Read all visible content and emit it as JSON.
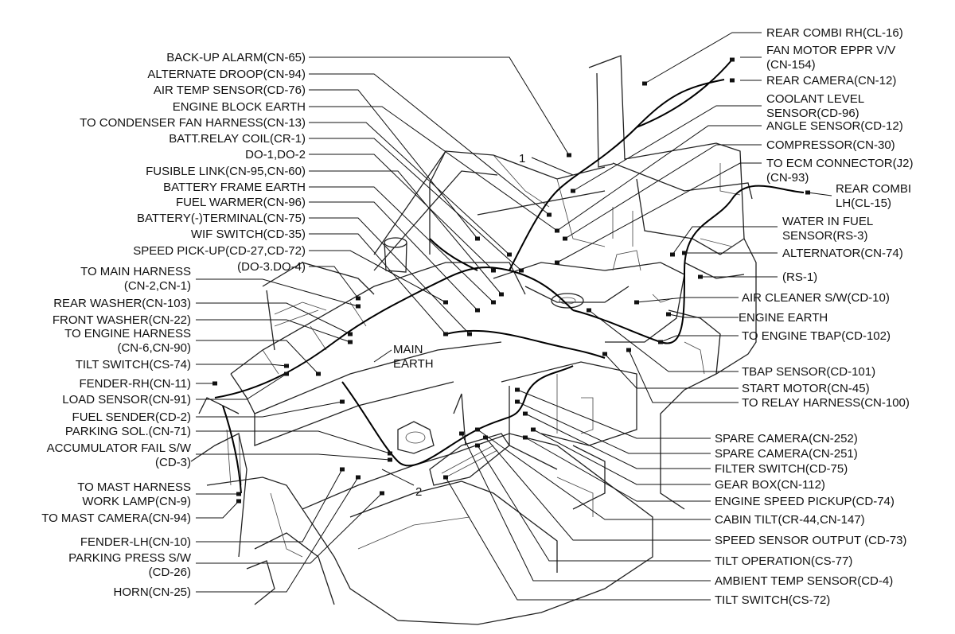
{
  "left_labels": [
    {
      "name": "label-back-up-alarm",
      "lines": [
        "BACK-UP ALARM(CN-65)"
      ]
    },
    {
      "name": "label-alternate-droop",
      "lines": [
        "ALTERNATE DROOP(CN-94)"
      ]
    },
    {
      "name": "label-air-temp-sensor",
      "lines": [
        "AIR TEMP SENSOR(CD-76)"
      ]
    },
    {
      "name": "label-engine-block-earth",
      "lines": [
        "ENGINE BLOCK EARTH"
      ]
    },
    {
      "name": "label-to-condenser-fan-harness",
      "lines": [
        "TO CONDENSER FAN HARNESS(CN-13)"
      ]
    },
    {
      "name": "label-batt-relay-coil",
      "lines": [
        "BATT.RELAY COIL(CR-1)"
      ]
    },
    {
      "name": "label-do-1-do-2",
      "lines": [
        "DO-1,DO-2"
      ]
    },
    {
      "name": "label-fusible-link",
      "lines": [
        "FUSIBLE LINK(CN-95,CN-60)"
      ]
    },
    {
      "name": "label-battery-frame-earth",
      "lines": [
        "BATTERY FRAME EARTH"
      ]
    },
    {
      "name": "label-fuel-warmer",
      "lines": [
        "FUEL WARMER(CN-96)"
      ]
    },
    {
      "name": "label-battery-terminal",
      "lines": [
        "BATTERY(-)TERMINAL(CN-75)"
      ]
    },
    {
      "name": "label-wif-switch",
      "lines": [
        "WIF SWITCH(CD-35)"
      ]
    },
    {
      "name": "label-speed-pick-up",
      "lines": [
        "SPEED PICK-UP(CD-27,CD-72)"
      ]
    },
    {
      "name": "label-do-3-do-4",
      "lines": [
        "(DO-3.DO-4)"
      ]
    },
    {
      "name": "label-to-main-harness",
      "lines": [
        "TO MAIN HARNESS",
        "(CN-2,CN-1)"
      ]
    },
    {
      "name": "label-rear-washer",
      "lines": [
        "REAR WASHER(CN-103)"
      ]
    },
    {
      "name": "label-front-washer",
      "lines": [
        "FRONT WASHER(CN-22)"
      ]
    },
    {
      "name": "label-to-engine-harness",
      "lines": [
        "TO ENGINE HARNESS",
        "(CN-6,CN-90)"
      ]
    },
    {
      "name": "label-tilt-switch-cs74",
      "lines": [
        "TILT SWITCH(CS-74)"
      ]
    },
    {
      "name": "label-fender-rh",
      "lines": [
        "FENDER-RH(CN-11)"
      ]
    },
    {
      "name": "label-load-sensor",
      "lines": [
        "LOAD SENSOR(CN-91)"
      ]
    },
    {
      "name": "label-fuel-sender",
      "lines": [
        "FUEL SENDER(CD-2)"
      ]
    },
    {
      "name": "label-parking-sol",
      "lines": [
        "PARKING SOL.(CN-71)"
      ]
    },
    {
      "name": "label-accumulator-fail",
      "lines": [
        "ACCUMULATOR FAIL S/W",
        "(CD-3)"
      ]
    },
    {
      "name": "label-mast-harness-work-lamp",
      "lines": [
        "TO MAST HARNESS",
        "WORK LAMP(CN-9)"
      ]
    },
    {
      "name": "label-to-mast-camera",
      "lines": [
        "TO MAST CAMERA(CN-94)"
      ]
    },
    {
      "name": "label-fender-lh",
      "lines": [
        "FENDER-LH(CN-10)"
      ]
    },
    {
      "name": "label-parking-press",
      "lines": [
        "PARKING PRESS S/W",
        "(CD-26)"
      ]
    },
    {
      "name": "label-horn",
      "lines": [
        "HORN(CN-25)"
      ]
    }
  ],
  "right_labels": [
    {
      "name": "label-rear-combi-rh",
      "lines": [
        "REAR COMBI RH(CL-16)"
      ]
    },
    {
      "name": "label-fan-motor-eppr",
      "lines": [
        "FAN MOTOR EPPR V/V",
        "(CN-154)"
      ]
    },
    {
      "name": "label-rear-camera",
      "lines": [
        "REAR CAMERA(CN-12)"
      ]
    },
    {
      "name": "label-coolant-level",
      "lines": [
        "COOLANT LEVEL",
        "SENSOR(CD-96)"
      ]
    },
    {
      "name": "label-angle-sensor",
      "lines": [
        "ANGLE SENSOR(CD-12)"
      ]
    },
    {
      "name": "label-compressor",
      "lines": [
        "COMPRESSOR(CN-30)"
      ]
    },
    {
      "name": "label-to-ecm-connector",
      "lines": [
        "TO ECM CONNECTOR(J2)",
        "(CN-93)"
      ]
    },
    {
      "name": "label-rear-combi-lh",
      "lines": [
        "REAR COMBI",
        "LH(CL-15)"
      ]
    },
    {
      "name": "label-water-in-fuel",
      "lines": [
        "WATER IN FUEL",
        "SENSOR(RS-3)"
      ]
    },
    {
      "name": "label-alternator",
      "lines": [
        "ALTERNATOR(CN-74)"
      ]
    },
    {
      "name": "label-rs-1",
      "lines": [
        "(RS-1)"
      ]
    },
    {
      "name": "label-air-cleaner",
      "lines": [
        "AIR CLEANER S/W(CD-10)"
      ]
    },
    {
      "name": "label-engine-earth",
      "lines": [
        "ENGINE EARTH"
      ]
    },
    {
      "name": "label-to-engine-tbap",
      "lines": [
        "TO ENGINE TBAP(CD-102)"
      ]
    },
    {
      "name": "label-tbap-sensor",
      "lines": [
        "TBAP SENSOR(CD-101)"
      ]
    },
    {
      "name": "label-start-motor",
      "lines": [
        "START MOTOR(CN-45)"
      ]
    },
    {
      "name": "label-to-relay-harness",
      "lines": [
        "TO RELAY HARNESS(CN-100)"
      ]
    },
    {
      "name": "label-spare-camera-252",
      "lines": [
        "SPARE CAMERA(CN-252)"
      ]
    },
    {
      "name": "label-spare-camera-251",
      "lines": [
        "SPARE CAMERA(CN-251)"
      ]
    },
    {
      "name": "label-filter-switch",
      "lines": [
        "FILTER SWITCH(CD-75)"
      ]
    },
    {
      "name": "label-gear-box",
      "lines": [
        "GEAR BOX(CN-112)"
      ]
    },
    {
      "name": "label-engine-speed-pickup",
      "lines": [
        "ENGINE SPEED PICKUP(CD-74)"
      ]
    },
    {
      "name": "label-cabin-tilt",
      "lines": [
        "CABIN TILT(CR-44,CN-147)"
      ]
    },
    {
      "name": "label-speed-sensor-output",
      "lines": [
        "SPEED SENSOR OUTPUT (CD-73)"
      ]
    },
    {
      "name": "label-tilt-operation",
      "lines": [
        "TILT OPERATION(CS-77)"
      ]
    },
    {
      "name": "label-ambient-temp",
      "lines": [
        "AMBIENT TEMP SENSOR(CD-4)"
      ]
    },
    {
      "name": "label-tilt-switch-cs72",
      "lines": [
        "TILT SWITCH(CS-72)"
      ]
    }
  ],
  "inline_labels": [
    {
      "name": "label-main-earth",
      "lines": [
        "MAIN",
        "EARTH"
      ]
    },
    {
      "name": "callout-1",
      "lines": [
        "1"
      ]
    },
    {
      "name": "callout-2",
      "lines": [
        "2"
      ]
    }
  ]
}
